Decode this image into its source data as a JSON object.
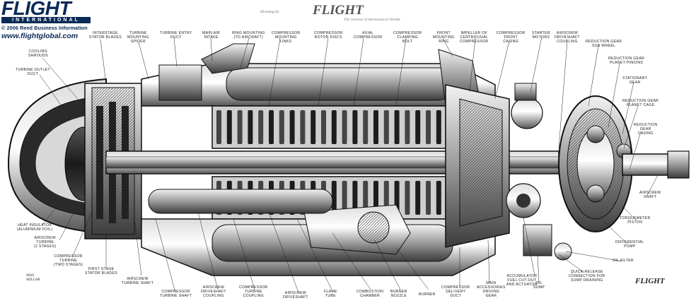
{
  "branding": {
    "logo_word": "FLIGHT",
    "logo_sub": "INTERNATIONAL",
    "copyright": "© 2006 Reed Business Information",
    "url": "www.flightglobal.com",
    "brand_color": "#0b2a55"
  },
  "masthead": {
    "prefix": "Drawing by",
    "title": "FLIGHT",
    "suffix": "The Journal of Aeronautical Weekly"
  },
  "artist": "MAX\nMILLAR",
  "signature": "FLIGHT",
  "labels": {
    "cooling_shrouds": "COOLING\nSHROUDS",
    "turbine_outlet_duct": "TURBINE OUTLET\nDUCT",
    "interstage_stator_blades": "INTERSTAGE\nSTATOR BLADES",
    "turbine_mounting_spider": "TURBINE\nMOUNTING\nSPIDER",
    "turbine_entry_duct": "TURBINE ENTRY\nDUCT",
    "main_air_intake": "MAIN AIR\nINTAKE",
    "ring_mounting": "RING MOUNTING\n(TO AIRCRAFT)",
    "compressor_mounting_links": "COMPRESSOR\nMOUNTING\nLINKS",
    "compressor_rotor_discs": "COMPRESSOR\nROTOR DISCS",
    "axial_compressor": "AXIAL\nCOMPRESSOR",
    "compressor_clamping_bolt": "COMPRESSOR\nCLAMPING\nBOLT",
    "front_mounting_ring": "FRONT\nMOUNTING\nRING",
    "impeller_centrifugal": "IMPELLER OF\nCENTRIFUGAL\nCOMPRESSOR",
    "compressor_front_casing": "COMPRESSOR\nFRONT\nCASING",
    "starter_motors": "STARTER\nMOTORS",
    "airscrew_driveshaft_coupling": "AIRSCREW\nDRIVESHAFT\nCOUPLING",
    "reduction_gear_sun_wheel": "REDUCTION GEAR\nSUN WHEEL",
    "reduction_gear_planet_pinions": "REDUCTION GEAR\nPLANET PINIONS",
    "stationary_gear": "STATIONARY\nGEAR",
    "reduction_gear_planet_cage": "REDUCTION GEAR\nPLANET CAGE",
    "reduction_gear_casing": "REDUCTION\nGEAR\nCASING",
    "airscrew_shaft": "AIRSCREW\nSHAFT",
    "torquemeter_piston": "TORQUEMETER\nPISTON",
    "differential_pump": "DIFFERENTIAL\nPUMP",
    "oil_filter": "OIL FILTER",
    "quick_release_connection": "QUICK-RELEASE\nCONNECTION FOR\nSUMP DRAINING",
    "oil_sump": "OIL\nSUMP",
    "accumulator": "ACCUMULATOR\nFUEL CUT-OUT\nAND ACTUATOR",
    "main_accessories_driving_gear": "MAIN\nACCESSORIES\nDRIVING\nGEAR",
    "compressor_delivery_duct": "COMPRESSOR\nDELIVERY\nDUCT",
    "burner": "BURNER",
    "burner_nozzle": "BURNER\nNOZZLE",
    "combustion_chamber": "COMBUSTION\nCHAMBER",
    "flame_tube": "FLAME\nTUBE",
    "airscrew_driveshaft": "AIRSCREW\nDRIVESHAFT",
    "compressor_turbine_coupling": "COMPRESSOR\nTURBINE\nCOUPLING",
    "airscrew_driveshaft_coupling_lower": "AIRSCREW\nDRIVESHAFT\nCOUPLING",
    "compressor_turbine_shaft": "COMPRESSOR\nTURBINE SHAFT",
    "airscrew_turbine_shaft": "AIRSCREW\nTURBINE SHAFT",
    "first_stage_stator_blades": "FIRST STAGE\nSTATOR BLADES",
    "compressor_turbine_two_stages": "COMPRESSOR\nTURBINE\n(TWO STAGES)",
    "airscrew_turbine_2_stages": "AIRSCREW\nTURBINE\n(2 STAGES)",
    "heat_insulator": "HEAT INSULATOR\n(ALUMINIUM FOIL)"
  }
}
